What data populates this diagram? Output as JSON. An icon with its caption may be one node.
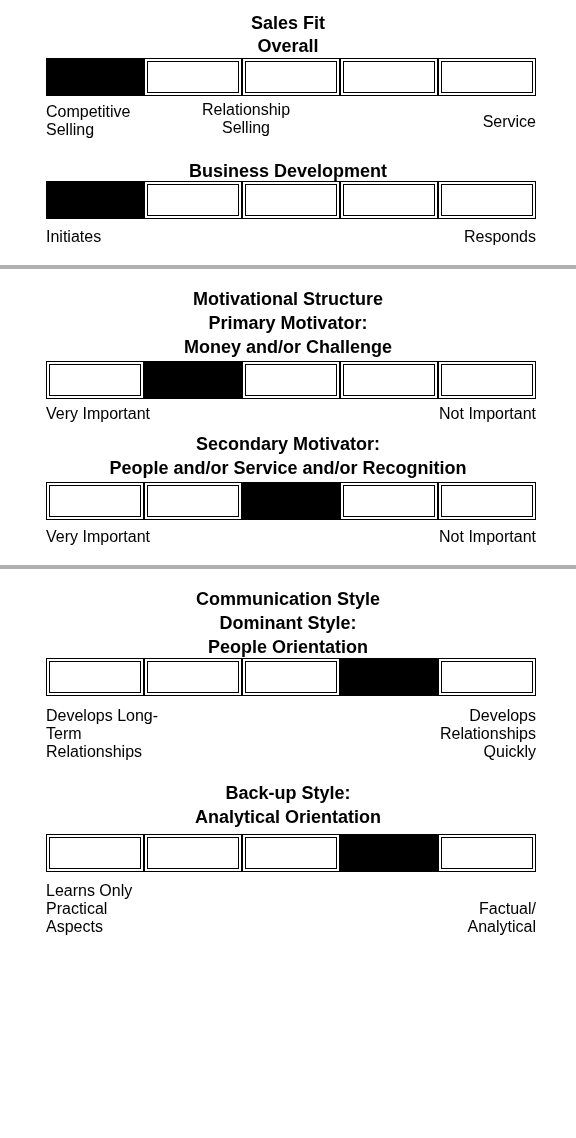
{
  "diagram": {
    "labels": [
      "Sales Fit",
      "Overall",
      "Competitive Selling",
      "Relationship Selling",
      "Service",
      "Business Development",
      "Initiates",
      "Responds",
      "Motivational Structure",
      "Primary Motivator:",
      "Money and/or Challenge",
      "Very Important",
      "Not Important",
      "Secondary Motivator:",
      "People and/or Service and/or Recognition",
      "Very Important",
      "Not Important",
      "Communication Style",
      "Dominant Style:",
      "People Orientation",
      "Develops Long-Term Relationships",
      "Develops Relationships Quickly",
      "Back-up Style:",
      "Analytical Orientation",
      "Learns Only Practical Aspects",
      "Factual/ Analytical"
    ]
  }
}
